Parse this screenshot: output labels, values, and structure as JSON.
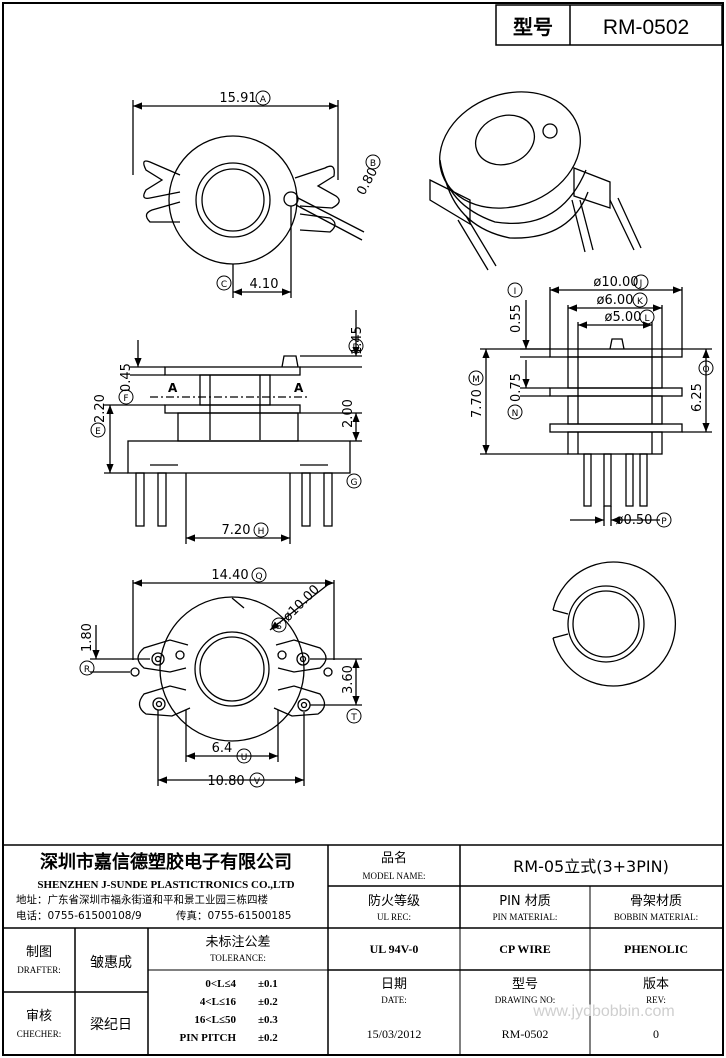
{
  "header": {
    "model_label": "型号",
    "model_value": "RM-0502"
  },
  "dimensions": {
    "a": "15.91",
    "a_tag": "A",
    "b": "0.80",
    "b_tag": "B",
    "c": "4.10",
    "c_tag": "C",
    "d": "1.45",
    "d_tag": "D",
    "e": "2.20",
    "e_tag": "E",
    "f": "0.45",
    "f_tag": "F",
    "g": "2.00",
    "g_tag": "G",
    "h": "7.20",
    "h_tag": "H",
    "i": "0.55",
    "i_tag": "I",
    "j": "ø10.00",
    "j_tag": "J",
    "k": "ø6.00",
    "k_tag": "K",
    "l": "ø5.00",
    "l_tag": "L",
    "m": "7.70",
    "m_tag": "M",
    "n": "0.75",
    "n_tag": "N",
    "o": "6.25",
    "o_tag": "O",
    "p": "ø0.50",
    "p_tag": "P",
    "q": "14.40",
    "q_tag": "Q",
    "r": "1.80",
    "r_tag": "R",
    "s": "ø10.00",
    "s_tag": "S",
    "t": "3.60",
    "t_tag": "T",
    "u": "6.4",
    "u_tag": "U",
    "v": "10.80",
    "v_tag": "V",
    "section_mark": "A"
  },
  "title_block": {
    "company_cn": "深圳市嘉信德塑胶电子有限公司",
    "company_en": "SHENZHEN J-SUNDE PLASTICTRONICS CO.,LTD",
    "address": "地址：广东省深圳市福永街道和平和景工业园三栋四楼",
    "phone": "电话：0755-61500108/9",
    "fax": "传真：0755-61500185",
    "model_name_cn": "品名",
    "model_name_en": "MODEL NAME:",
    "model_name_value": "RM-05立式(3+3PIN)",
    "ul_rec_cn": "防火等级",
    "ul_rec_en": "UL REC:",
    "pin_material_cn": "PIN 材质",
    "pin_material_en": "PIN MATERIAL:",
    "bobbin_material_cn": "骨架材质",
    "bobbin_material_en": "BOBBIN MATERIAL:",
    "drafter_cn": "制图",
    "drafter_en": "DRAFTER:",
    "drafter_name": "皱惠成",
    "tolerance_cn": "未标注公差",
    "tolerance_en": "TOLERANCE:",
    "ul_rec_value": "UL 94V-0",
    "pin_material_value": "CP WIRE",
    "bobbin_material_value": "PHENOLIC",
    "tolerances": [
      {
        "range": "0<L≤4",
        "value": "±0.1"
      },
      {
        "range": "4<L≤16",
        "value": "±0.2"
      },
      {
        "range": "16<L≤50",
        "value": "±0.3"
      },
      {
        "range": "PIN PITCH",
        "value": "±0.2"
      }
    ],
    "date_cn": "日期",
    "date_en": "DATE:",
    "drawing_no_cn": "型号",
    "drawing_no_en": "DRAWING NO:",
    "rev_cn": "版本",
    "rev_en": "REV:",
    "checker_cn": "审核",
    "checker_en": "CHECHER:",
    "checker_name": "梁纪日",
    "date_value": "15/03/2012",
    "drawing_no_value": "RM-0502",
    "rev_value": "0",
    "watermark": "www.jydbobbin.com"
  }
}
